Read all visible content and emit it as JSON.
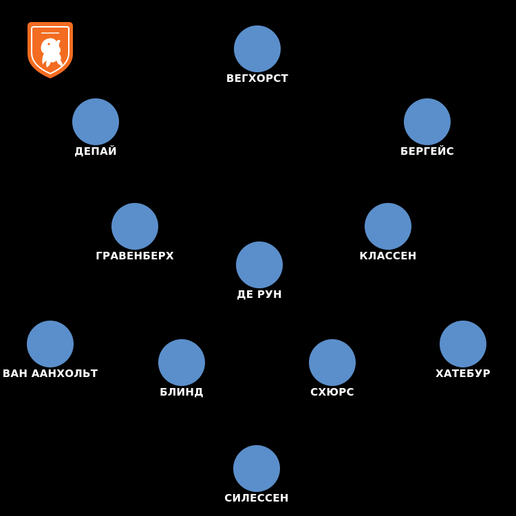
{
  "team": {
    "crest_icon": "knvb-lion-crest-icon",
    "crest_color": "#f36c21",
    "player_color": "#5b8fcb",
    "background": "#000000"
  },
  "players": [
    {
      "name": "ВЕГХОРСТ"
    },
    {
      "name": "ДЕПАЙ"
    },
    {
      "name": "БЕРГЕЙС"
    },
    {
      "name": "ГРАВЕНБЕРХ"
    },
    {
      "name": "КЛАССЕН"
    },
    {
      "name": "ДЕ РУН"
    },
    {
      "name": "ВАН ААНХОЛЬТ"
    },
    {
      "name": "БЛИНД"
    },
    {
      "name": "СХЮРС"
    },
    {
      "name": "ХАТЕБУР"
    },
    {
      "name": "СИЛЕССЕН"
    }
  ]
}
